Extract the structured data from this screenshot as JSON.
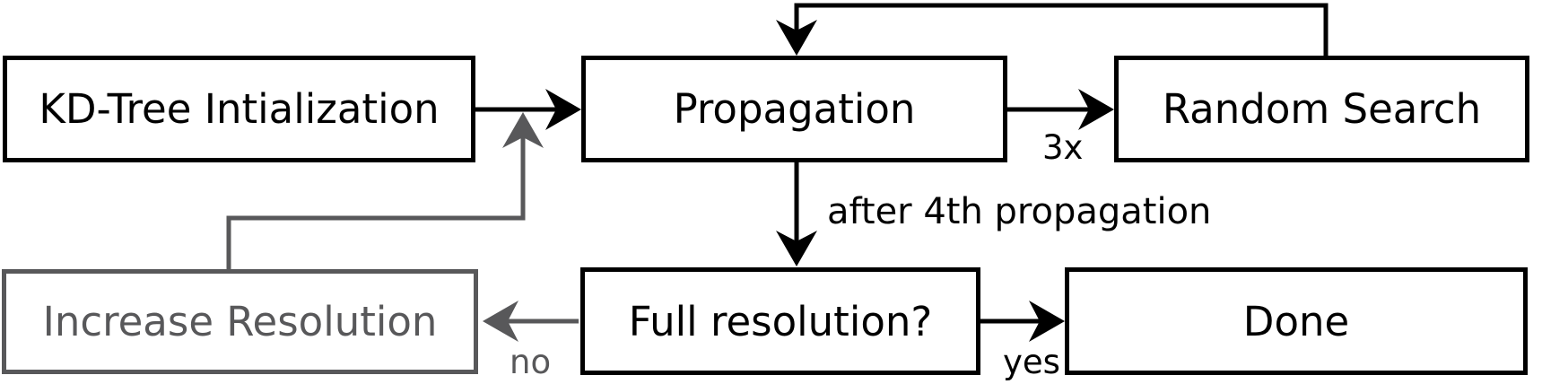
{
  "diagram": {
    "type": "flowchart",
    "colors": {
      "primary": "#000000",
      "secondary": "#58585a",
      "background": "#ffffff"
    },
    "nodes": {
      "kd_tree": {
        "label": "KD-Tree Intialization"
      },
      "propagation": {
        "label": "Propagation"
      },
      "random_search": {
        "label": "Random Search"
      },
      "increase_resolution": {
        "label": "Increase Resolution"
      },
      "full_resolution": {
        "label": "Full resolution?"
      },
      "done": {
        "label": "Done"
      }
    },
    "edge_labels": {
      "loop_count": "3x",
      "after_propagation": "after 4th propagation",
      "yes": "yes",
      "no": "no"
    },
    "edges": [
      {
        "from": "kd_tree",
        "to": "propagation",
        "label": "",
        "color": "#000000"
      },
      {
        "from": "propagation",
        "to": "random_search",
        "label": "3x",
        "color": "#000000"
      },
      {
        "from": "random_search",
        "to": "propagation",
        "label": "",
        "color": "#000000"
      },
      {
        "from": "propagation",
        "to": "full_resolution",
        "label": "after 4th propagation",
        "color": "#000000"
      },
      {
        "from": "full_resolution",
        "to": "done",
        "label": "yes",
        "color": "#000000"
      },
      {
        "from": "full_resolution",
        "to": "increase_resolution",
        "label": "no",
        "color": "#58585a"
      },
      {
        "from": "increase_resolution",
        "to": "kd_tree-propagation-edge",
        "label": "",
        "color": "#58585a"
      }
    ]
  }
}
